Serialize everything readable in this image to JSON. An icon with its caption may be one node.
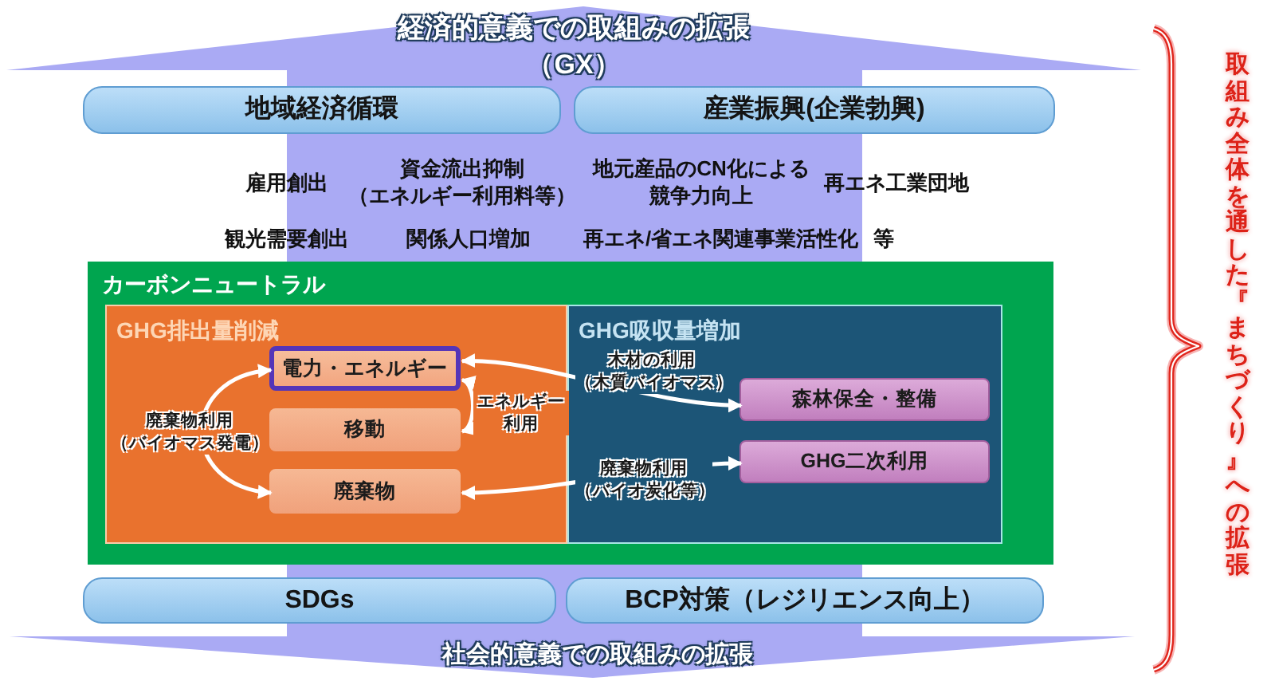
{
  "diagram": {
    "nodes": [
      {
        "text": [
          "地域経済循環"
        ]
      },
      {
        "text": [
          "産業振興(企業勃興)"
        ]
      },
      {
        "text": [
          "カーボンニュートラル"
        ]
      },
      {
        "text": [
          "GHG排出量削減"
        ],
        "in": 2
      },
      {
        "text": [
          "電力・エネルギー"
        ],
        "in": 3
      },
      {
        "text": [
          "移動"
        ],
        "in": 3
      },
      {
        "text": [
          "廃棄物"
        ],
        "in": 3
      },
      {
        "text": [
          "GHG吸収量増加"
        ],
        "in": 2
      },
      {
        "text": [
          "森林保全・整備"
        ],
        "in": 7
      },
      {
        "text": [
          "GHG二次利用"
        ],
        "in": 7
      },
      {
        "text": [
          "SDGs"
        ]
      },
      {
        "text": [
          "BCP対策（レジリエンス向上）"
        ]
      }
    ],
    "edges": [
      {
        "from": 6,
        "to": 4,
        "arrow": "both",
        "label": "廃棄物利用（バイオマス発電）"
      },
      {
        "from": 4,
        "to": 5,
        "arrow": "both",
        "label": "エネルギー利用"
      },
      {
        "from": 4,
        "to": 8,
        "arrow": "both",
        "label": "木材の利用（木質バイオマス）"
      },
      {
        "from": 6,
        "to": 9,
        "arrow": "both",
        "label": "廃棄物利用（バイオ炭化等）"
      }
    ],
    "labels": [
      "経済的意義での取組みの拡張（GX）",
      "雇用創出",
      "資金流出抑制（エネルギー利用料等）",
      "地元産品のCN化による競争力向上",
      "再エネ工業団地",
      "観光需要創出",
      "関係人口増加",
      "再エネ/省エネ関連事業活性化",
      "等",
      "社会的意義での取組みの拡張",
      "取組み全体を通した『まちづくり』への拡張"
    ]
  }
}
